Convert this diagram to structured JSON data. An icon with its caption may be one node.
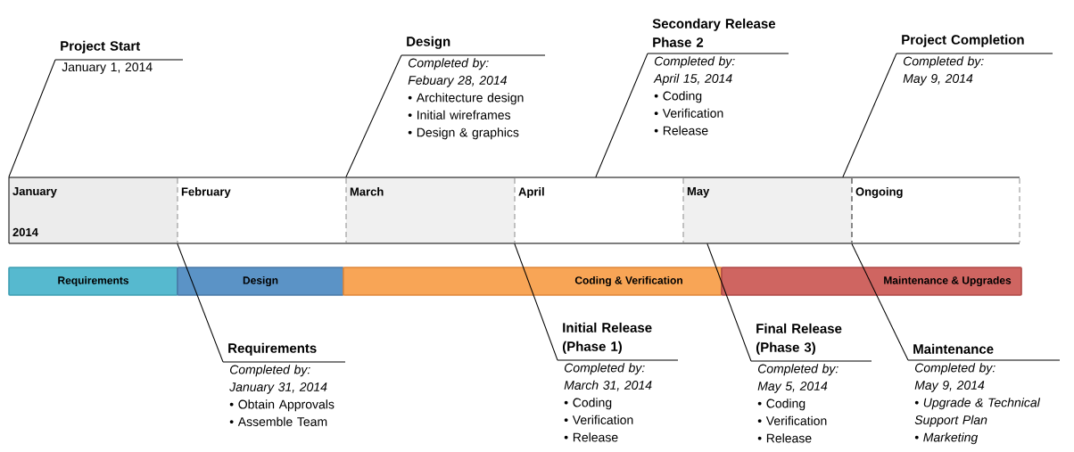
{
  "diagram": {
    "nodes": [
      {
        "text": [
          "Project Start",
          "January 1, 2014"
        ]
      },
      {
        "text": [
          "Design",
          "Completed by:",
          "Febuary 28, 2014",
          "• Architecture design",
          "• Initial wireframes",
          "• Design & graphics"
        ]
      },
      {
        "text": [
          "Secondary Release Phase 2",
          "Completed by:",
          "April 15, 2014",
          "• Coding",
          "• Verification",
          "• Release"
        ]
      },
      {
        "text": [
          "Project Completion",
          "Completed by:",
          "May 9, 2014"
        ]
      },
      {
        "text": [
          "January",
          "2014"
        ]
      },
      {
        "text": [
          "February"
        ]
      },
      {
        "text": [
          "March"
        ]
      },
      {
        "text": [
          "April"
        ]
      },
      {
        "text": [
          "May"
        ]
      },
      {
        "text": [
          "Ongoing"
        ]
      },
      {
        "text": [
          "Requirements"
        ]
      },
      {
        "text": [
          "Design"
        ]
      },
      {
        "text": [
          "Coding & Verification"
        ]
      },
      {
        "text": [
          "Maintenance & Upgrades"
        ]
      },
      {
        "text": [
          "Requirements",
          "Completed by:",
          "January 31, 2014",
          "• Obtain Approvals",
          "• Assemble Team"
        ]
      },
      {
        "text": [
          "Initial Release (Phase 1)",
          "Completed by:",
          "March 31, 2014",
          "• Coding",
          "• Verification",
          "• Release"
        ]
      },
      {
        "text": [
          "Final Release (Phase 3)",
          "Completed by:",
          "May 5, 2014",
          "• Coding",
          "• Verification",
          "• Release"
        ]
      },
      {
        "text": [
          "Maintenance",
          "Completed by:",
          "May 9, 2014",
          "• Upgrade & Technical Support Plan",
          "• Marketing"
        ]
      }
    ],
    "edges": [
      {
        "from": 0,
        "to": 4,
        "arrow": "none"
      },
      {
        "from": 1,
        "to": 6,
        "arrow": "none"
      },
      {
        "from": 2,
        "to": 7,
        "arrow": "none"
      },
      {
        "from": 3,
        "to": 8,
        "arrow": "none"
      },
      {
        "from": 14,
        "to": 4,
        "arrow": "none"
      },
      {
        "from": 15,
        "to": 6,
        "arrow": "none"
      },
      {
        "from": 16,
        "to": 8,
        "arrow": "none"
      },
      {
        "from": 17,
        "to": 8,
        "arrow": "none"
      }
    ]
  }
}
